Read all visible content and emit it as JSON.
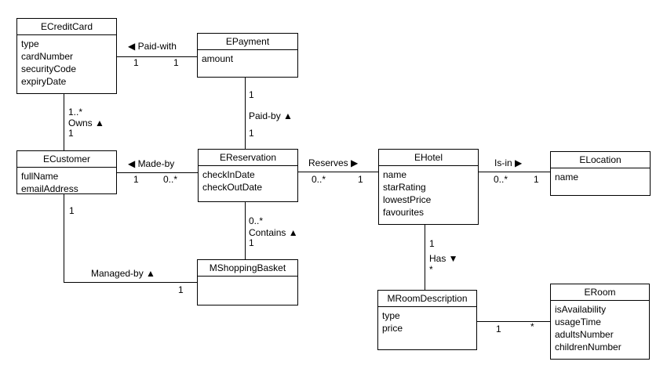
{
  "colors": {
    "background": "#ffffff",
    "line": "#000000",
    "text": "#000000"
  },
  "entities": {
    "ecreditcard": {
      "title": "ECreditCard",
      "attributes": [
        "type",
        "cardNumber",
        "securityCode",
        "expiryDate"
      ]
    },
    "epayment": {
      "title": "EPayment",
      "attributes": [
        "amount"
      ]
    },
    "ecustomer": {
      "title": "ECustomer",
      "attributes": [
        "fullName",
        "emailAddress"
      ]
    },
    "ereservation": {
      "title": "EReservation",
      "attributes": [
        "checkInDate",
        "checkOutDate"
      ]
    },
    "ehotel": {
      "title": "EHotel",
      "attributes": [
        "name",
        "starRating",
        "lowestPrice",
        "favourites"
      ]
    },
    "elocation": {
      "title": "ELocation",
      "attributes": [
        "name"
      ]
    },
    "mshoppingbasket": {
      "title": "MShoppingBasket",
      "attributes": []
    },
    "mroomdescription": {
      "title": "MRoomDescription",
      "attributes": [
        "type",
        "price"
      ]
    },
    "eroom": {
      "title": "ERoom",
      "attributes": [
        "isAvailability",
        "usageTime",
        "adultsNumber",
        "childrenNumber"
      ]
    }
  },
  "relationships": {
    "paid_with": {
      "label": "◀ Paid-with",
      "end1": "1",
      "end2": "1"
    },
    "paid_by": {
      "label": "Paid-by ▲",
      "end1": "1",
      "end2": "1"
    },
    "owns": {
      "label": "Owns ▲",
      "end1": "1..*",
      "end2": "1"
    },
    "made_by": {
      "label": "◀ Made-by",
      "end1": "1",
      "end2": "0..*"
    },
    "reserves": {
      "label": "Reserves ▶",
      "end1": "0..*",
      "end2": "1"
    },
    "is_in": {
      "label": "Is-in ▶",
      "end1": "0..*",
      "end2": "1"
    },
    "contains": {
      "label": "Contains ▲",
      "end1": "0..*",
      "end2": "1"
    },
    "managed_by": {
      "label": "Managed-by ▲",
      "end1": "1",
      "end2": "1"
    },
    "has": {
      "label": "Has ▼",
      "end1": "1",
      "end2": "*"
    },
    "room_link": {
      "end1": "1",
      "end2": "*"
    }
  }
}
